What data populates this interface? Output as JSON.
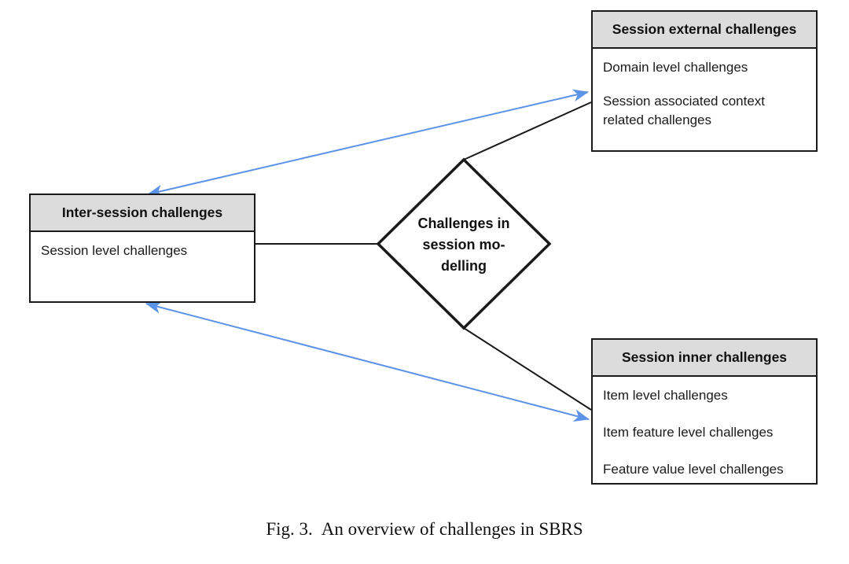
{
  "diamond": {
    "line1": "Challenges in",
    "line2": "session mo-",
    "line3": "delling"
  },
  "boxes": {
    "external": {
      "title": "Session external challenges",
      "items": [
        "Domain level challenges",
        "Session associated context related challenges"
      ]
    },
    "inter": {
      "title": "Inter-session challenges",
      "items": [
        "Session level challenges"
      ]
    },
    "inner": {
      "title": "Session inner challenges",
      "items": [
        "Item level challenges",
        "Item feature level challenges",
        "Feature value level challenges"
      ]
    }
  },
  "caption": {
    "label": "Fig. 3.",
    "text": "An overview of challenges in SBRS"
  },
  "colors": {
    "arrow_blue": "#5b93e8",
    "line_black": "#1a1a1a",
    "header_bg": "#dcdcdc"
  }
}
